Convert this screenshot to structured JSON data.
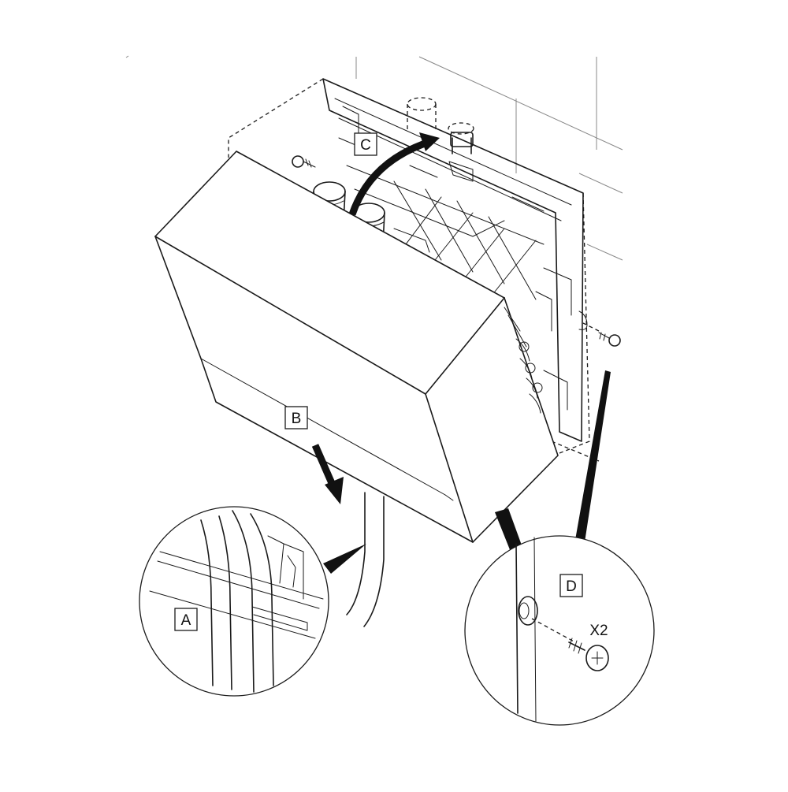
{
  "labels": {
    "a": "A",
    "b": "B",
    "c": "C",
    "d": "D",
    "quantity": "X2"
  },
  "colors": {
    "line": "#1a1a1a",
    "background": "#ffffff"
  }
}
